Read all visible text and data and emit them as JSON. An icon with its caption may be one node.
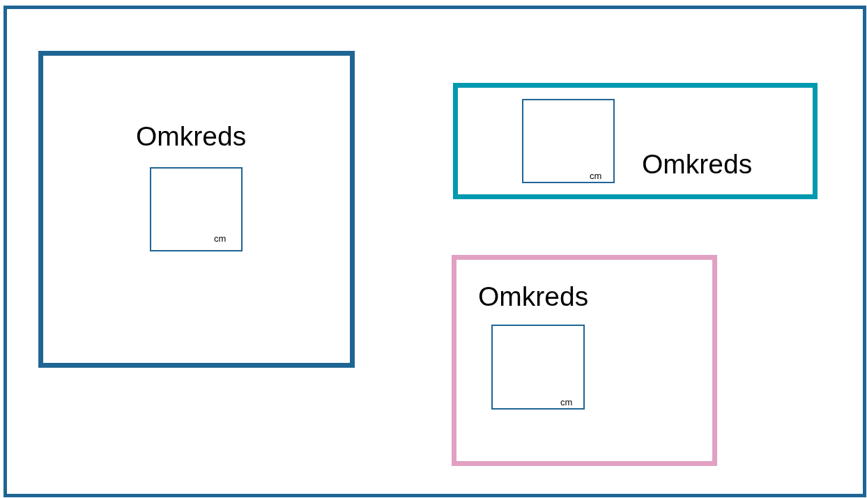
{
  "diagram": {
    "nodes": [
      {
        "text": [],
        "shape": "box"
      },
      {
        "text": [
          "Omkreds"
        ],
        "in": 0
      },
      {
        "text": [
          "cm"
        ],
        "in": 1
      },
      {
        "text": [
          "Omkreds"
        ],
        "in": 0
      },
      {
        "text": [
          "cm"
        ],
        "in": 3
      },
      {
        "text": [
          "Omkreds"
        ],
        "in": 0
      },
      {
        "text": [
          "cm"
        ],
        "in": 5
      }
    ]
  }
}
